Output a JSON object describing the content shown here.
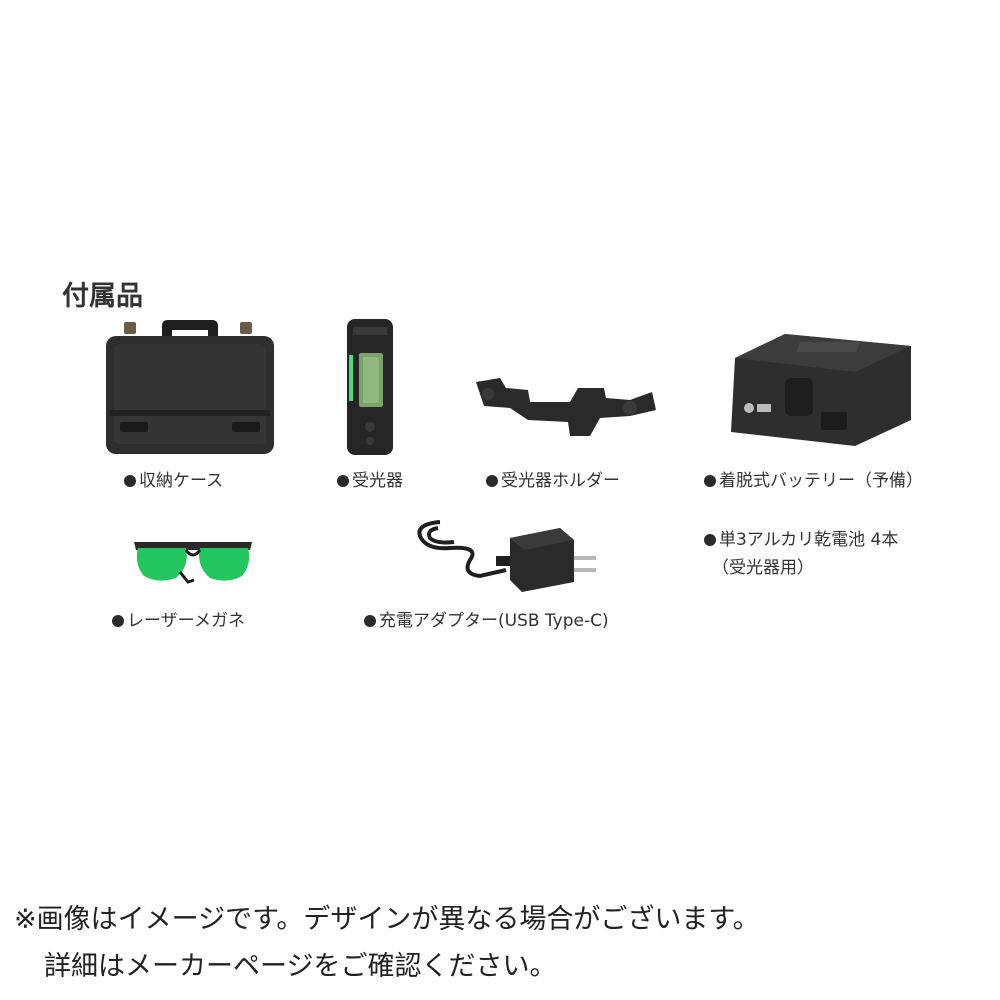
{
  "section_title": "付属品",
  "items": [
    {
      "label": "収納ケース"
    },
    {
      "label": "受光器"
    },
    {
      "label": "受光器ホルダー"
    },
    {
      "label": "着脱式バッテリー（予備）"
    },
    {
      "label": "単3アルカリ乾電池 4本",
      "sub": "（受光器用）"
    },
    {
      "label": "レーザーメガネ"
    },
    {
      "label": "充電アダプター(USB Type-C)"
    }
  ],
  "notice": {
    "line1": "※画像はイメージです。デザインが異なる場合がございます。",
    "line2": "詳細はメーカーページをご確認ください。"
  },
  "colors": {
    "product_dark": "#2b2b2b",
    "lens_green": "#22c55e",
    "display_green": "#7aa36a"
  }
}
